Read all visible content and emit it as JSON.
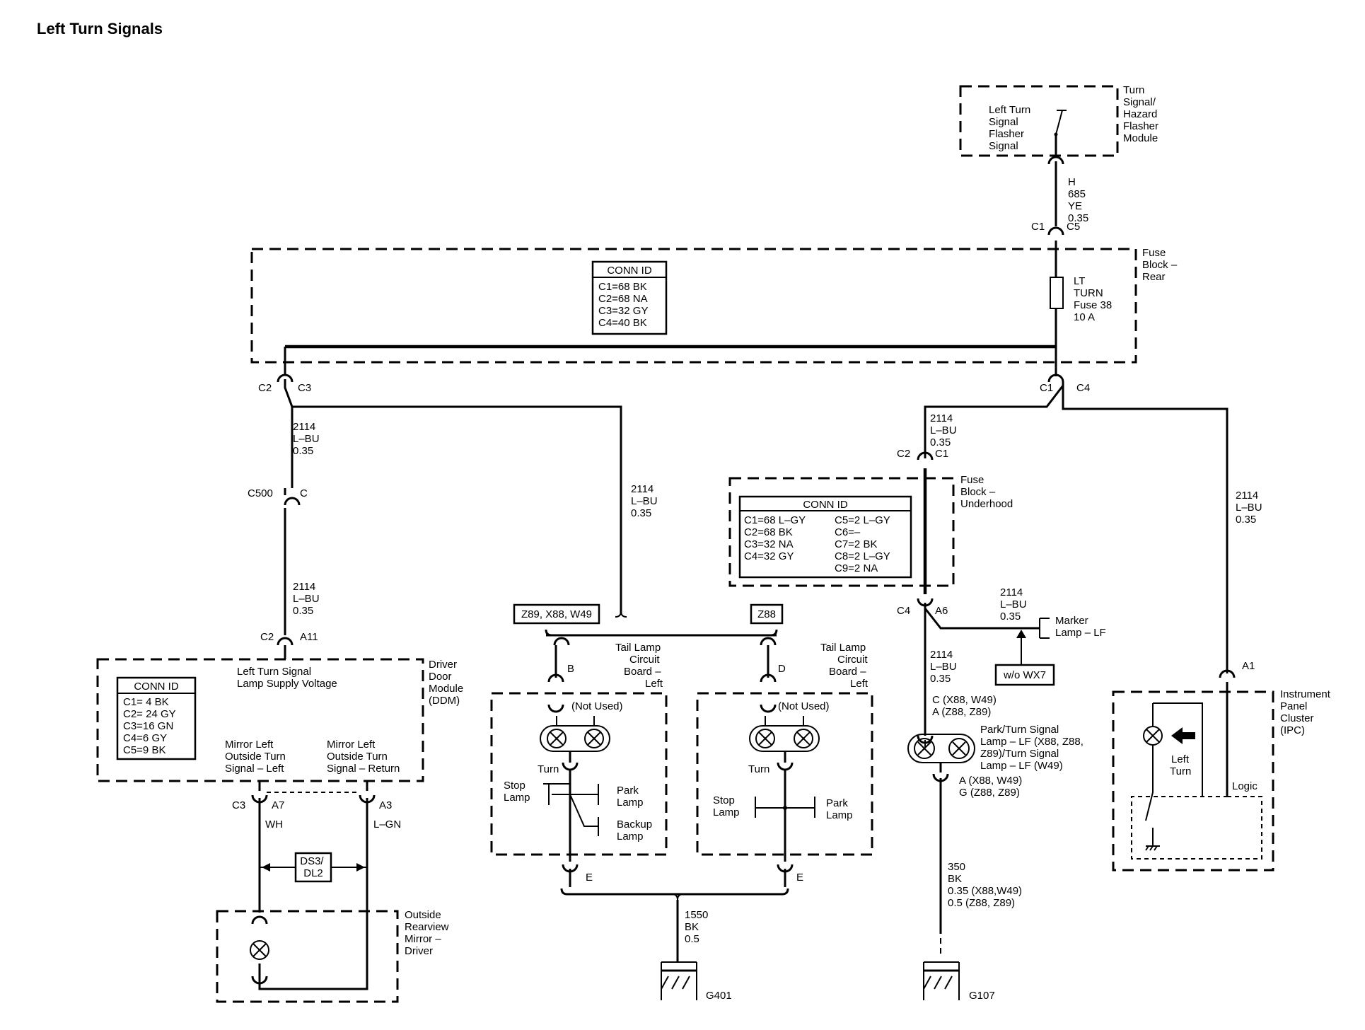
{
  "title": "Left Turn Signals",
  "flasher_module": {
    "inner": [
      "Left Turn",
      "Signal",
      "Flasher",
      "Signal"
    ],
    "name": [
      "Turn",
      "Signal/",
      "Hazard",
      "Flasher",
      "Module"
    ]
  },
  "top_wire": {
    "pin": "H",
    "lines": [
      "685",
      "YE",
      "0.35"
    ],
    "conn_left": "C1",
    "conn_right": "C5"
  },
  "fuse_block_rear": {
    "name": [
      "Fuse",
      "Block –",
      "Rear"
    ],
    "conn_id": {
      "header": "CONN ID",
      "rows": [
        "C1=68 BK",
        "C2=68 NA",
        "C3=32 GY",
        "C4=40 BK"
      ]
    },
    "fuse": [
      "LT",
      "TURN",
      "Fuse 38",
      "10 A"
    ],
    "left_conn": {
      "a": "C2",
      "b": "C3"
    },
    "right_conn": {
      "a": "C1",
      "b": "C4"
    }
  },
  "wire_2114": [
    "2114",
    "L–BU",
    "0.35"
  ],
  "c500": {
    "a": "C500",
    "b": "C"
  },
  "ddm": {
    "name": [
      "Driver",
      "Door",
      "Module",
      "(DDM)"
    ],
    "conn_a": "C2",
    "conn_b": "A11",
    "supply": [
      "Left Turn Signal",
      "Lamp Supply Voltage"
    ],
    "conn_id": {
      "header": "CONN ID",
      "rows": [
        "C1= 4 BK",
        "C2= 24 GY",
        "C3=16 GN",
        "C4=6 GY",
        "C5=9 BK"
      ]
    },
    "mirror_left": [
      "Mirror Left",
      "Outside Turn",
      "Signal – Left"
    ],
    "mirror_return": [
      "Mirror Left",
      "Outside Turn",
      "Signal – Return"
    ],
    "pin_c3": "C3",
    "pin_a7": "A7",
    "pin_a3": "A3",
    "wire_wh": "WH",
    "wire_lgn": "L–GN",
    "ds3": [
      "DS3/",
      "DL2"
    ]
  },
  "mirror": {
    "name": [
      "Outside",
      "Rearview",
      "Mirror –",
      "Driver"
    ]
  },
  "tail_left": {
    "option": "Z89, X88, W49",
    "name": [
      "Tail Lamp",
      "Circuit",
      "Board –",
      "Left"
    ],
    "pin_top": "B",
    "not_used": "(Not Used)",
    "turn": "Turn",
    "stop": [
      "Stop",
      "Lamp"
    ],
    "park": [
      "Park",
      "Lamp"
    ],
    "backup": [
      "Backup",
      "Lamp"
    ],
    "pin_bottom": "E"
  },
  "tail_right": {
    "option": "Z88",
    "name": [
      "Tail Lamp",
      "Circuit",
      "Board –",
      "Left"
    ],
    "pin_top": "D",
    "not_used": "(Not Used)",
    "turn": "Turn",
    "stop": [
      "Stop",
      "Lamp"
    ],
    "park": [
      "Park",
      "Lamp"
    ],
    "pin_bottom": "E"
  },
  "g401": {
    "lines": [
      "1550",
      "BK",
      "0.5"
    ],
    "label": "G401"
  },
  "underhood": {
    "name": [
      "Fuse",
      "Block –",
      "Underhood"
    ],
    "top_a": "C2",
    "top_b": "C1",
    "conn_id": {
      "header": "CONN ID",
      "left": [
        "C1=68 L–GY",
        "C2=68 BK",
        "C3=32 NA",
        "C4=32 GY"
      ],
      "right": [
        "C5=2 L–GY",
        "C6=–",
        "C7=2 BK",
        "C8=2 L–GY",
        "C9=2 NA"
      ]
    },
    "bot_a": "C4",
    "bot_b": "A6"
  },
  "marker": {
    "name": [
      "Marker",
      "Lamp – LF"
    ],
    "option": "w/o WX7"
  },
  "park_turn": {
    "top": [
      "C (X88, W49)",
      "A (Z88, Z89)"
    ],
    "name": [
      "Park/Turn Signal",
      "Lamp – LF (X88, Z88,",
      "Z89)/Turn Signal",
      "Lamp – LF (W49)"
    ],
    "bottom": [
      "A (X88, W49)",
      "G (Z88, Z89)"
    ]
  },
  "g107": {
    "lines": [
      "350",
      "BK",
      "0.35 (X88,W49)",
      "0.5   (Z88, Z89)"
    ],
    "label": "G107"
  },
  "ipc": {
    "name": [
      "Instrument",
      "Panel",
      "Cluster",
      "(IPC)"
    ],
    "pin": "A1",
    "left_turn": [
      "Left",
      "Turn"
    ],
    "logic": "Logic"
  }
}
